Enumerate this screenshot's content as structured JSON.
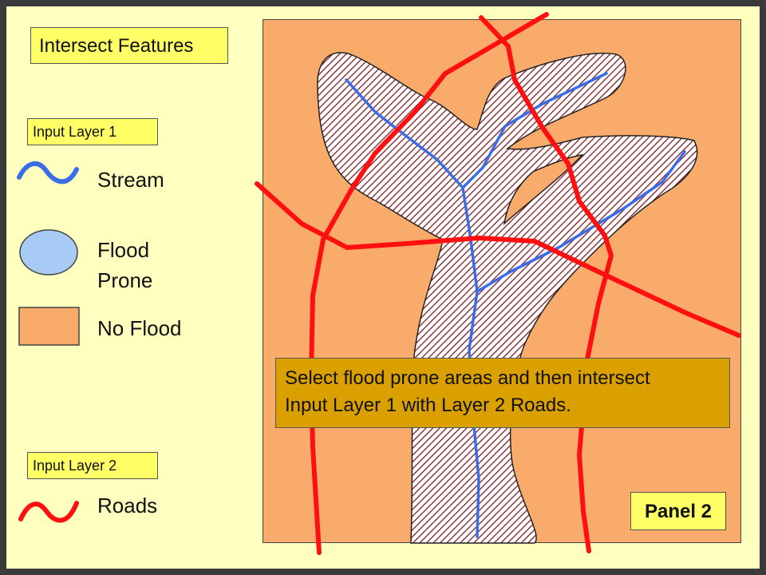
{
  "title": "Intersect Features",
  "layer1": {
    "tag": "Input Layer 1",
    "legend": [
      {
        "symbol": "stream-line-icon",
        "label": "Stream"
      },
      {
        "symbol": "flood-prone-ellipse-icon",
        "label": "Flood Prone"
      },
      {
        "symbol": "no-flood-square-icon",
        "label": "No Flood"
      }
    ]
  },
  "layer2": {
    "tag": "Input Layer 2",
    "legend": [
      {
        "symbol": "road-line-icon",
        "label": "Roads"
      }
    ]
  },
  "caption": {
    "line1": "Select flood prone areas and then intersect",
    "line2": "Input Layer 1 with Layer 2 Roads."
  },
  "panel_label": "Panel 2",
  "colors": {
    "background": "#ffffc0",
    "label_box": "#ffff66",
    "no_flood": "#f9ab6b",
    "flood_prone_legend": "#a7cbf5",
    "flood_hatch": "#7a1d22",
    "stream": "#3a6ee8",
    "road": "#ff0f0f",
    "caption_box": "#d9a000"
  }
}
